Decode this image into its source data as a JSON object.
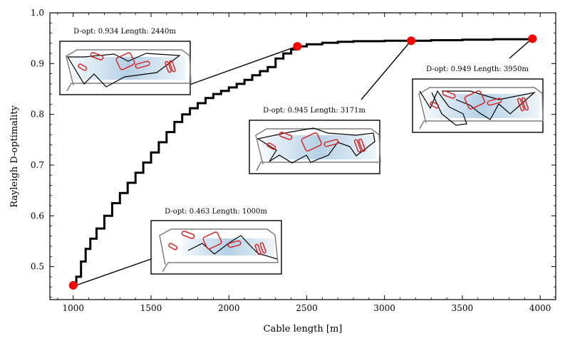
{
  "chart_data": {
    "type": "line",
    "xlabel": "Cable length [m]",
    "ylabel": "Rayleigh D-optimality",
    "xlim": [
      850,
      4100
    ],
    "ylim": [
      0.435,
      1.0
    ],
    "xticks": [
      1000,
      1500,
      2000,
      2500,
      3000,
      3500,
      4000
    ],
    "yticks": [
      0.5,
      0.6,
      0.7,
      0.8,
      0.9,
      1.0
    ],
    "xtick_labels": [
      "1000",
      "1500",
      "2000",
      "2500",
      "3000",
      "3500",
      "4000"
    ],
    "ytick_labels": [
      "0.5",
      "0.6",
      "0.7",
      "0.8",
      "0.9",
      "1.0"
    ],
    "grid": false,
    "series": [
      {
        "color": "#000000",
        "style": "step",
        "x": [
          1000,
          1020,
          1050,
          1080,
          1110,
          1150,
          1200,
          1250,
          1300,
          1350,
          1400,
          1450,
          1500,
          1550,
          1600,
          1650,
          1700,
          1750,
          1800,
          1850,
          1900,
          1950,
          2000,
          2050,
          2100,
          2150,
          2200,
          2250,
          2300,
          2350,
          2400,
          2440,
          2500,
          2600,
          2700,
          2800,
          2900,
          3000,
          3100,
          3171,
          3300,
          3500,
          3700,
          3950
        ],
        "y": [
          0.463,
          0.48,
          0.51,
          0.535,
          0.555,
          0.575,
          0.6,
          0.625,
          0.645,
          0.665,
          0.685,
          0.705,
          0.725,
          0.745,
          0.765,
          0.785,
          0.8,
          0.812,
          0.822,
          0.832,
          0.84,
          0.846,
          0.853,
          0.86,
          0.868,
          0.877,
          0.885,
          0.893,
          0.91,
          0.92,
          0.928,
          0.934,
          0.938,
          0.941,
          0.943,
          0.944,
          0.944,
          0.945,
          0.945,
          0.945,
          0.946,
          0.947,
          0.948,
          0.949
        ]
      }
    ],
    "highlight_points": [
      {
        "x": 1000,
        "y": 0.463,
        "color": "#ff0000"
      },
      {
        "x": 2440,
        "y": 0.934,
        "color": "#ff0000"
      },
      {
        "x": 3171,
        "y": 0.945,
        "color": "#ff0000"
      },
      {
        "x": 3950,
        "y": 0.949,
        "color": "#ff0000"
      }
    ],
    "annotations": [
      {
        "text": "D-opt: 0.463 Length: 1000m"
      },
      {
        "text": "D-opt: 0.934 Length: 2440m"
      },
      {
        "text": "D-opt: 0.945 Length: 3171m"
      },
      {
        "text": "D-opt: 0.949 Length: 3950m"
      }
    ],
    "inset_colors": {
      "outline": "#7f7f7f",
      "cable": "#000000",
      "zones": "#d62728",
      "heat": "#2b7bba"
    }
  }
}
